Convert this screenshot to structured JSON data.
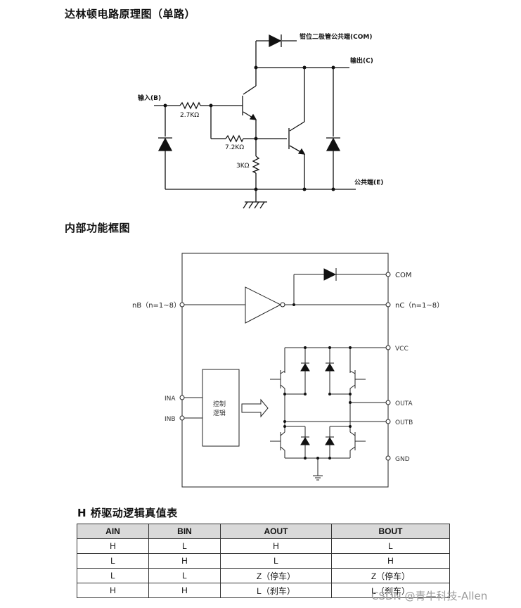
{
  "section1": {
    "title": "达林顿电路原理图（单路）",
    "labels": {
      "com_diode": "钳位二极管公共端(COM)",
      "output": "输出(C)",
      "input": "输入(B)",
      "r1": "2.7KΩ",
      "r2": "7.2KΩ",
      "r3": "3KΩ",
      "common": "公共端(E)"
    }
  },
  "section2": {
    "title": "内部功能框图",
    "labels": {
      "com": "COM",
      "input": "nB（n=1~8）",
      "output": "nC（n=1~8）",
      "vcc": "VCC",
      "ina": "INA",
      "inb": "INB",
      "control_line1": "控制",
      "control_line2": "逻辑",
      "outa": "OUTA",
      "outb": "OUTB",
      "gnd": "GND"
    }
  },
  "section3": {
    "title": "H 桥驱动逻辑真值表",
    "headers": [
      "AIN",
      "BIN",
      "AOUT",
      "BOUT"
    ],
    "rows": [
      [
        "H",
        "L",
        "H",
        "L"
      ],
      [
        "L",
        "H",
        "L",
        "H"
      ],
      [
        "L",
        "L",
        "Z（停车）",
        "Z（停车）"
      ],
      [
        "H",
        "H",
        "L（刹车）",
        "L（刹车）"
      ]
    ]
  },
  "watermark": "CSDN @青牛科技-Allen"
}
